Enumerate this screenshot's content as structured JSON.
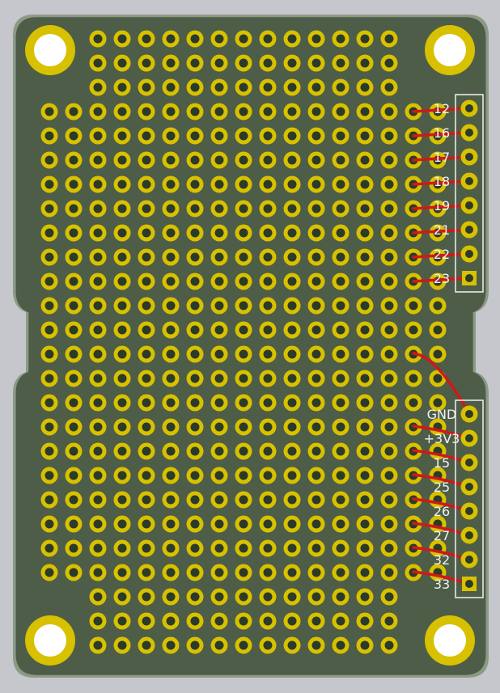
{
  "board": {
    "colors": {
      "background": "#c5c7cd",
      "outline": "#8c9a84",
      "pcb": "#4e5d48",
      "pad": "#d7c100",
      "drill": "#2c3a2a",
      "trace": "#d01818",
      "silk": "#f2f2f2"
    },
    "grid": {
      "columns": 17,
      "rows": 23
    },
    "header_top": {
      "labels": [
        "12",
        "16",
        "17",
        "18",
        "19",
        "21",
        "22",
        "23"
      ]
    },
    "header_bottom": {
      "labels": [
        "GND",
        "+3V3",
        "15",
        "25",
        "26",
        "27",
        "32",
        "33"
      ]
    }
  }
}
